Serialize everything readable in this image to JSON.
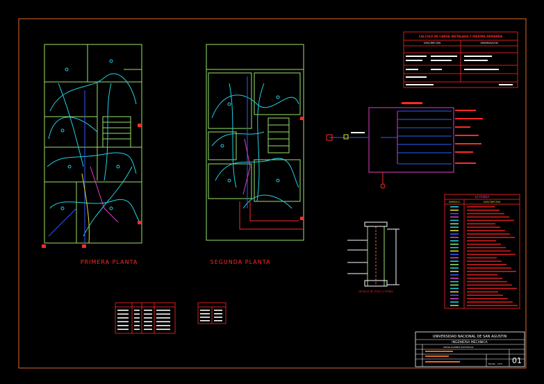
{
  "colors": {
    "background": "#000000",
    "frame": "#e06a2a",
    "wall": "#9be36a",
    "wire_cyan": "#22d3e6",
    "wire_blue": "#2f5cff",
    "wire_magenta": "#e040c8",
    "wire_yellow": "#e6e02a",
    "text_red": "#ff2a2a",
    "text_white": "#ffffff",
    "table_red": "#d91c1c"
  },
  "plans": {
    "first_floor_title": "PRIMERA PLANTA",
    "second_floor_title": "SEGUNDA PLANTA"
  },
  "max_demand_table": {
    "title": "CALCULO DE CARGA INSTALADA Y MAXIMA DEMANDA",
    "col_left": "DESCRIPCION",
    "col_right": "OBSERVACION"
  },
  "legend": {
    "title": "LEYENDA",
    "col_symbol": "SIMBOLO",
    "col_description": "DESCRIPCION"
  },
  "riser_detail": {
    "title": "DETALLE DE POZO A TIERRA"
  },
  "title_block": {
    "university": "UNIVERSIDAD NACIONAL DE SAN AGUSTIN",
    "school": "INGENIERIA MECANICA",
    "subject": "INSTALACIONES ELECTRICAS",
    "sheet_number": "01",
    "scale_label": "Escala",
    "scale_value": "1/75"
  }
}
